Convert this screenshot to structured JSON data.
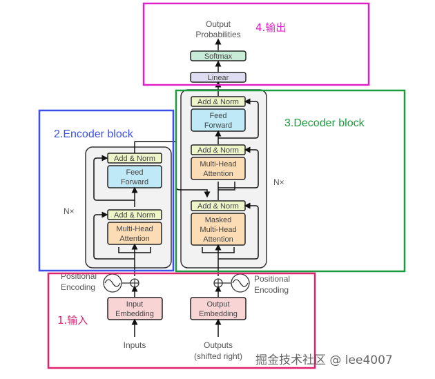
{
  "regions": {
    "output": {
      "label": "4.输出",
      "color": "#e01fc8"
    },
    "encoder": {
      "label": "2.Encoder block",
      "color": "#3b4ee8"
    },
    "decoder": {
      "label": "3.Decoder block",
      "color": "#1a9a3c"
    },
    "input": {
      "label": "1.输入",
      "color": "#e0226e"
    }
  },
  "output_stack": {
    "probabilities_line1": "Output",
    "probabilities_line2": "Probabilities",
    "softmax": "Softmax",
    "linear": "Linear"
  },
  "encoder": {
    "nx": "N×",
    "add_norm_top": "Add & Norm",
    "feed_forward_1": "Feed",
    "feed_forward_2": "Forward",
    "add_norm_bottom": "Add & Norm",
    "mha_1": "Multi-Head",
    "mha_2": "Attention"
  },
  "decoder": {
    "nx": "N×",
    "add_norm_1": "Add & Norm",
    "feed_forward_1": "Feed",
    "feed_forward_2": "Forward",
    "add_norm_2": "Add & Norm",
    "mha_1": "Multi-Head",
    "mha_2": "Attention",
    "add_norm_3": "Add & Norm",
    "masked_1": "Masked",
    "masked_2": "Multi-Head",
    "masked_3": "Attention"
  },
  "inputs": {
    "pos_enc_left_1": "Positional",
    "pos_enc_left_2": "Encoding",
    "pos_enc_right_1": "Positional",
    "pos_enc_right_2": "Encoding",
    "input_embedding_1": "Input",
    "input_embedding_2": "Embedding",
    "output_embedding_1": "Output",
    "output_embedding_2": "Embedding",
    "inputs_label": "Inputs",
    "outputs_label_1": "Outputs",
    "outputs_label_2": "(shifted right)"
  },
  "watermark": "掘金技术社区 @ lee4007",
  "colors": {
    "add_norm": "#eef5c8",
    "feed_forward": "#bfe9f6",
    "attention": "#fbdcb4",
    "embedding": "#f8d4d4",
    "softmax": "#c9ecd8",
    "linear": "#dedcf0",
    "block_bg": "#f2f2f2"
  }
}
